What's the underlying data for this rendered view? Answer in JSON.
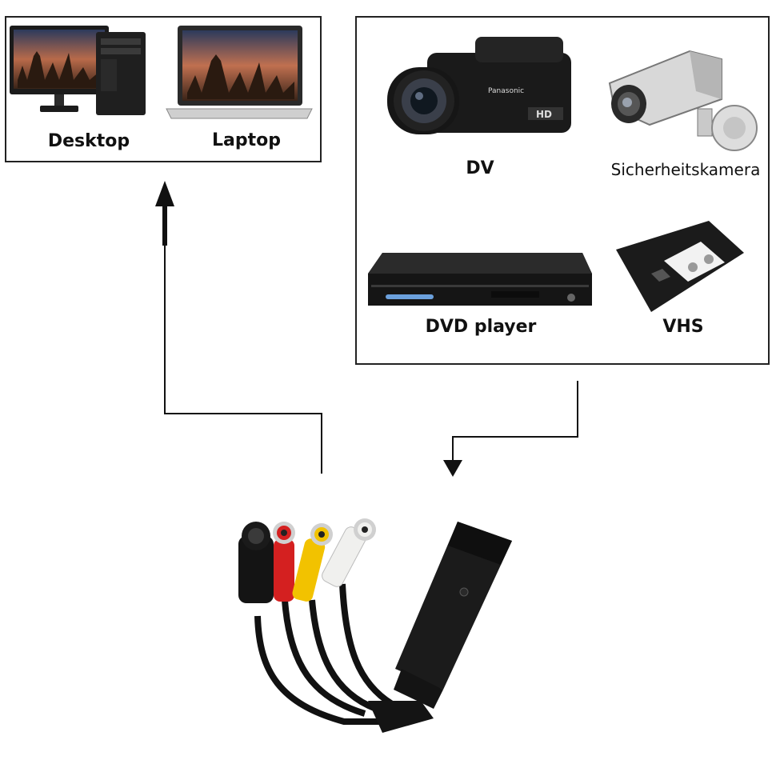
{
  "targets": {
    "desktop_label": "Desktop",
    "laptop_label": "Laptop"
  },
  "sources": {
    "dv_label": "DV",
    "camera_label": "Sicherheitskamera",
    "dvd_label": "DVD player",
    "vhs_label": "VHS"
  },
  "screen_brand": "Panasonic",
  "colors": {
    "line": "#111111",
    "rca_red": "#d42020",
    "rca_yellow": "#f2c200",
    "rca_white": "#f0f0ee",
    "device_black": "#1b1b1b"
  }
}
